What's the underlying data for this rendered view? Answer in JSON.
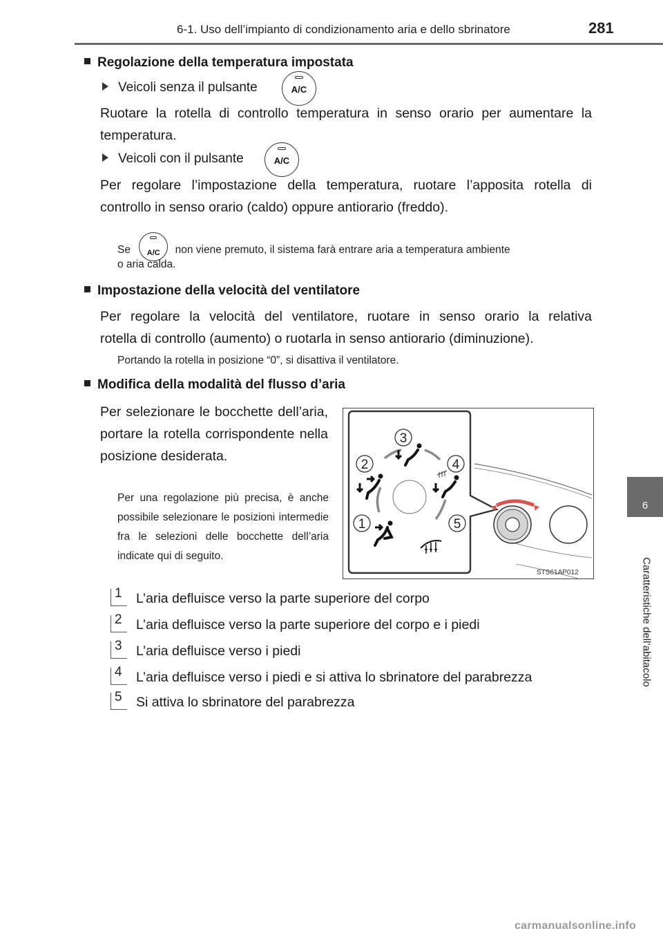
{
  "header": {
    "title": "6-1. Uso dell’impianto di condizionamento aria e dello sbrinatore",
    "page_number": "281"
  },
  "side_tab": {
    "number": "6",
    "label": "Caratteristiche dell’abitacolo"
  },
  "ac_button_label": "A/C",
  "sections": {
    "temperature": {
      "heading": "Regolazione della temperatura impostata",
      "sub1": "Veicoli senza il pulsante",
      "text1_line1": "Ruotare la rotella di controllo temperatura in senso orario per aumentare la",
      "text1_line2": "temperatura.",
      "sub2": "Veicoli con il pulsante",
      "text2_line1": "Per regolare l’impostazione della temperatura, ruotare l’apposita rotella di",
      "text2_line2": "controllo in senso orario (caldo) oppure antiorario (freddo).",
      "note_se": "Se",
      "note_rest": "non viene premuto, il sistema farà entrare aria a temperatura ambiente",
      "note_line2": "o aria calda."
    },
    "fan": {
      "heading": "Impostazione della velocità del ventilatore",
      "text_line1": "Per regolare la velocità del ventilatore, ruotare in senso orario la relativa",
      "text_line2": "rotella di controllo (aumento) o ruotarla in senso antiorario (diminuzione).",
      "note": "Portando la rotella in posizione “0”, si disattiva il ventilatore."
    },
    "airflow": {
      "heading": "Modifica della modalità del flusso d’aria",
      "text": "Per selezionare le bocchette dell’aria, portare la rotella corrispondente nella posizione desiderata.",
      "note": "Per una regolazione più precisa, è anche possibile selezionare le posizioni intermedie fra le selezioni delle bocchette dell’aria indicate qui di seguito."
    }
  },
  "figure": {
    "code": "STS61AP012",
    "mode_numbers": [
      "1",
      "2",
      "3",
      "4",
      "5"
    ]
  },
  "modes": [
    {
      "number": "1",
      "text": "L’aria defluisce verso la parte superiore del corpo"
    },
    {
      "number": "2",
      "text": "L’aria defluisce verso la parte superiore del corpo e i piedi"
    },
    {
      "number": "3",
      "text": "L’aria defluisce verso i piedi"
    },
    {
      "number": "4",
      "text": "L’aria defluisce verso i piedi e si attiva lo sbrinatore del parabrezza"
    },
    {
      "number": "5",
      "text": "Si attiva lo sbrinatore del parabrezza"
    }
  ],
  "watermark": "carmanualsonline.info"
}
